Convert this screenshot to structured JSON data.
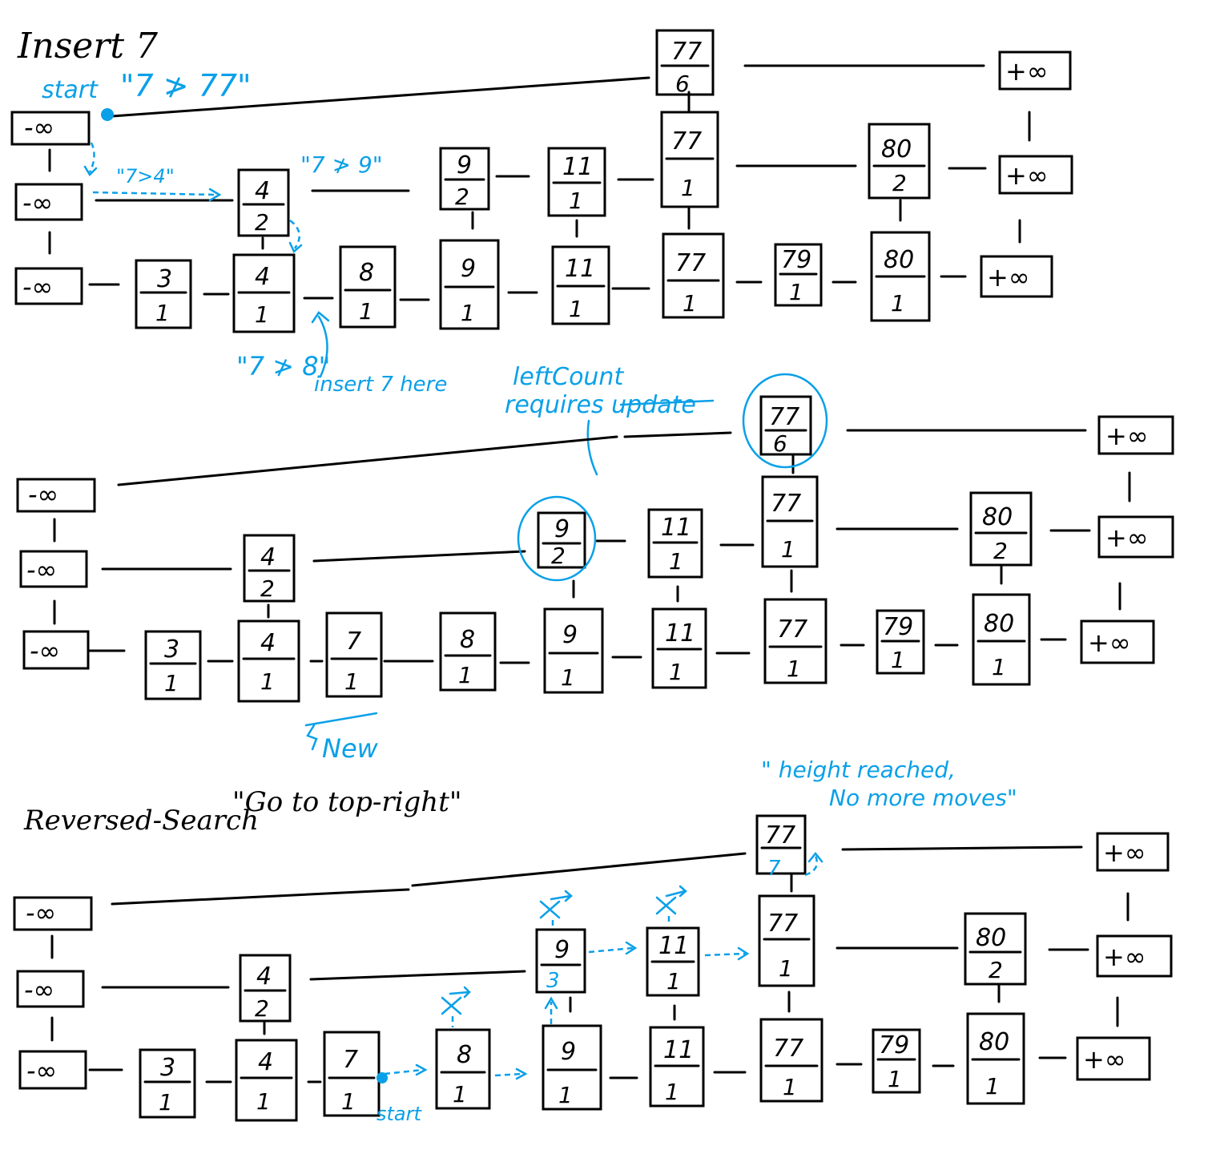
{
  "colors": {
    "ink": "#000000",
    "annotation": "#0aa0e8"
  },
  "titles": {
    "insert": "Insert 7",
    "reversed": "Reversed-Search",
    "reversed_quote": "\"Go to top-right\""
  },
  "annotations": {
    "start": "start",
    "q_77": "\"7 ≯ 77\"",
    "q_4": "\"7>4\"",
    "q_9": "\"7 ≯ 9\"",
    "q_8": "\"7 ≯ 8\"",
    "insert_here": "insert 7 here",
    "leftcount_1": "leftCount",
    "leftcount_2": "requires update",
    "new": "New",
    "height_1": "\" height reached,",
    "height_2": "No more moves\"",
    "start_bottom": "start"
  },
  "nodes": {
    "neg_inf": "-∞",
    "pos_inf": "+∞",
    "n3": {
      "value": "3",
      "count": "1"
    },
    "n4_l0": {
      "value": "4",
      "count": "1"
    },
    "n4_l1": {
      "value": "4",
      "count": "2"
    },
    "n7": {
      "value": "7",
      "count": "1"
    },
    "n8": {
      "value": "8",
      "count": "1"
    },
    "n9_l0": {
      "value": "9",
      "count": "1"
    },
    "n9_l1": {
      "value": "9",
      "count": "2"
    },
    "n9_l1_b": {
      "value": "9",
      "count": "3"
    },
    "n11_l0": {
      "value": "11",
      "count": "1"
    },
    "n11_l1": {
      "value": "11",
      "count": "1"
    },
    "n77_l0": {
      "value": "77",
      "count": "1"
    },
    "n77_l1": {
      "value": "77",
      "count": "1"
    },
    "n77_l2": {
      "value": "77",
      "count": "6"
    },
    "n77_l2_b": {
      "value": "77",
      "count": "7"
    },
    "n79": {
      "value": "79",
      "count": "1"
    },
    "n80_l0": {
      "value": "80",
      "count": "1"
    },
    "n80_l1": {
      "value": "80",
      "count": "2"
    }
  },
  "skip_lists": [
    {
      "id": "before-insert",
      "rows": [
        [
          "neg_inf",
          "n77_l2",
          "pos_inf"
        ],
        [
          "neg_inf",
          "n4_l1",
          "n9_l1",
          "n11_l1",
          "n77_l1",
          "n80_l1",
          "pos_inf"
        ],
        [
          "neg_inf",
          "n3",
          "n4_l0",
          "n8",
          "n9_l0",
          "n11_l0",
          "n77_l0",
          "n79",
          "n80_l0",
          "pos_inf"
        ]
      ]
    },
    {
      "id": "after-insert",
      "rows": [
        [
          "neg_inf",
          "n77_l2",
          "pos_inf"
        ],
        [
          "neg_inf",
          "n4_l1",
          "n9_l1",
          "n11_l1",
          "n77_l1",
          "n80_l1",
          "pos_inf"
        ],
        [
          "neg_inf",
          "n3",
          "n4_l0",
          "n7",
          "n8",
          "n9_l0",
          "n11_l0",
          "n77_l0",
          "n79",
          "n80_l0",
          "pos_inf"
        ]
      ]
    },
    {
      "id": "reversed-search",
      "rows": [
        [
          "neg_inf",
          "n77_l2_b",
          "pos_inf"
        ],
        [
          "neg_inf",
          "n4_l1",
          "n9_l1_b",
          "n11_l1",
          "n77_l1",
          "n80_l1",
          "pos_inf"
        ],
        [
          "neg_inf",
          "n3",
          "n4_l0",
          "n7",
          "n8",
          "n9_l0",
          "n11_l0",
          "n77_l0",
          "n79",
          "n80_l0",
          "pos_inf"
        ]
      ]
    }
  ]
}
